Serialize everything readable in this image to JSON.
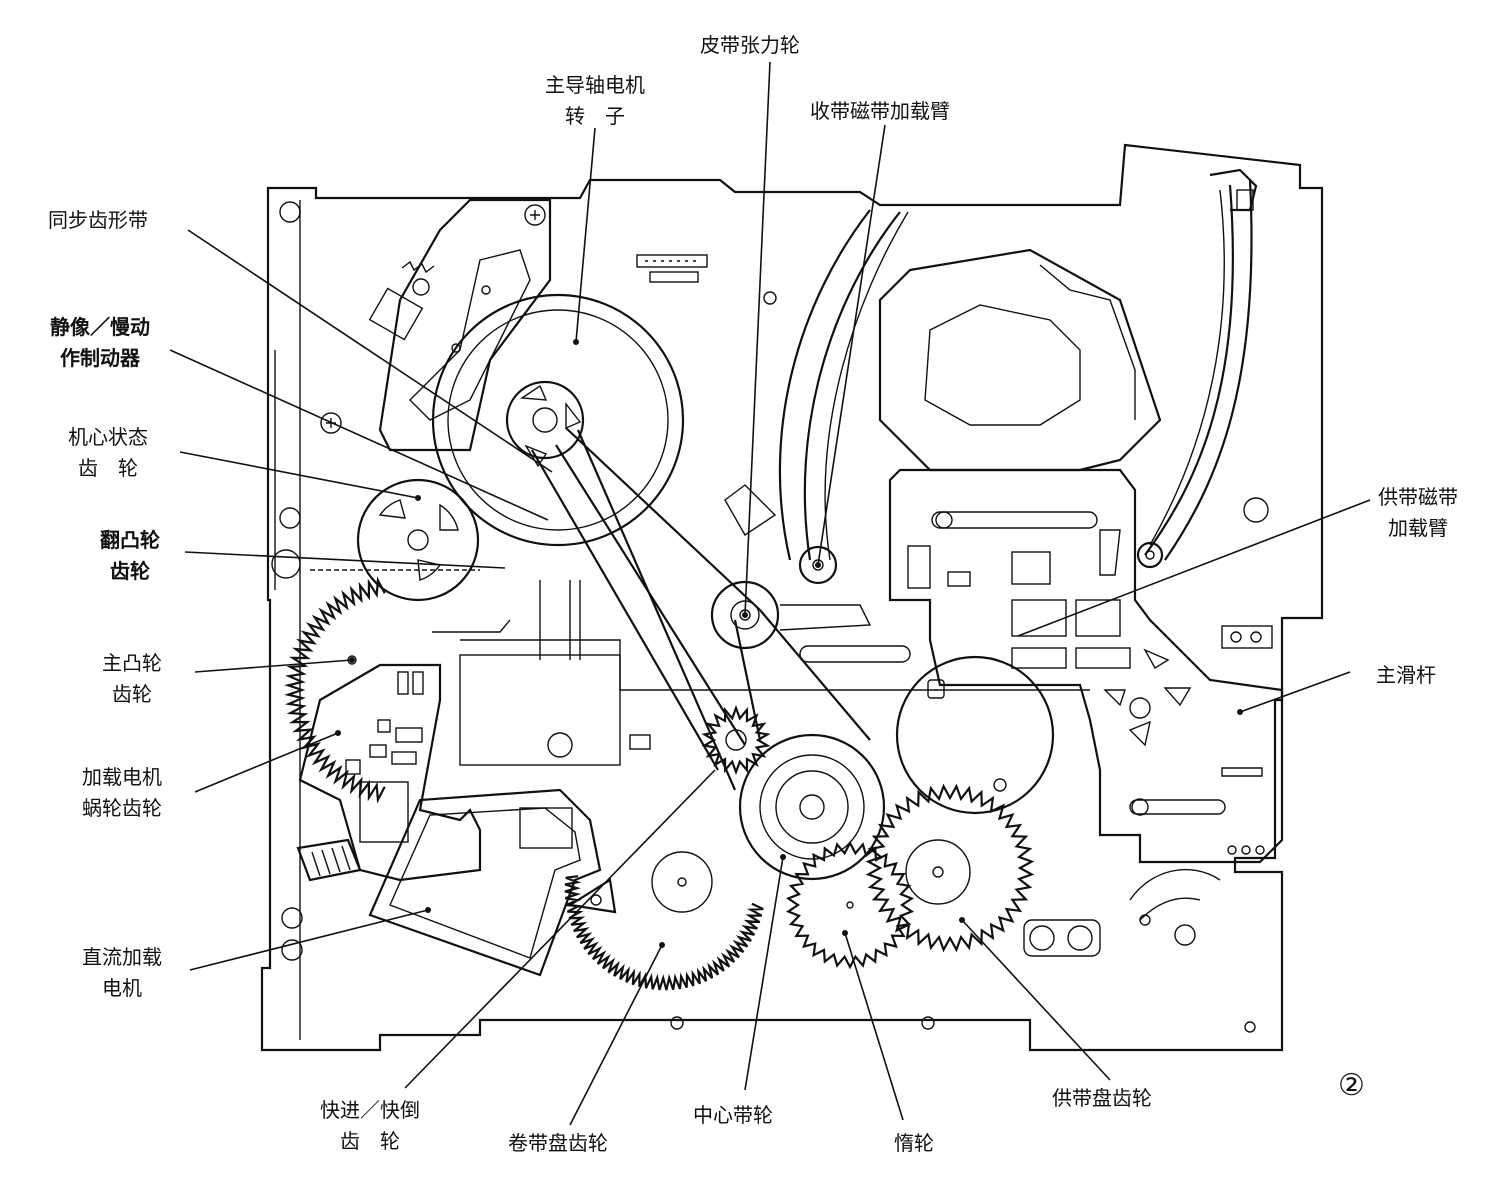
{
  "figure_number": "②",
  "labels": {
    "belt_tension_wheel": "皮带张力轮",
    "capstan_motor": [
      "主导轴电机",
      "转　子"
    ],
    "takeup_load_arm": "收带磁带加载臂",
    "sync_belt": "同步齿形带",
    "still_slow_brake": [
      "静像／慢动",
      "作制动器"
    ],
    "mech_state_gear": [
      "机心状态",
      "齿　轮"
    ],
    "flip_cam_gear": [
      "翻凸轮",
      "齿轮"
    ],
    "main_cam_gear": [
      "主凸轮",
      "齿轮"
    ],
    "load_motor_worm": [
      "加载电机",
      "蜗轮齿轮"
    ],
    "dc_load_motor": [
      "直流加载",
      "电机"
    ],
    "ff_rew_gear": [
      "快进／快倒",
      "齿　轮"
    ],
    "takeup_reel_gear": "卷带盘齿轮",
    "center_pulley": "中心带轮",
    "idler": "惰轮",
    "supply_reel_gear": "供带盘齿轮",
    "main_slider": "主滑杆",
    "supply_load_arm": [
      "供带磁带",
      "加载臂"
    ]
  }
}
